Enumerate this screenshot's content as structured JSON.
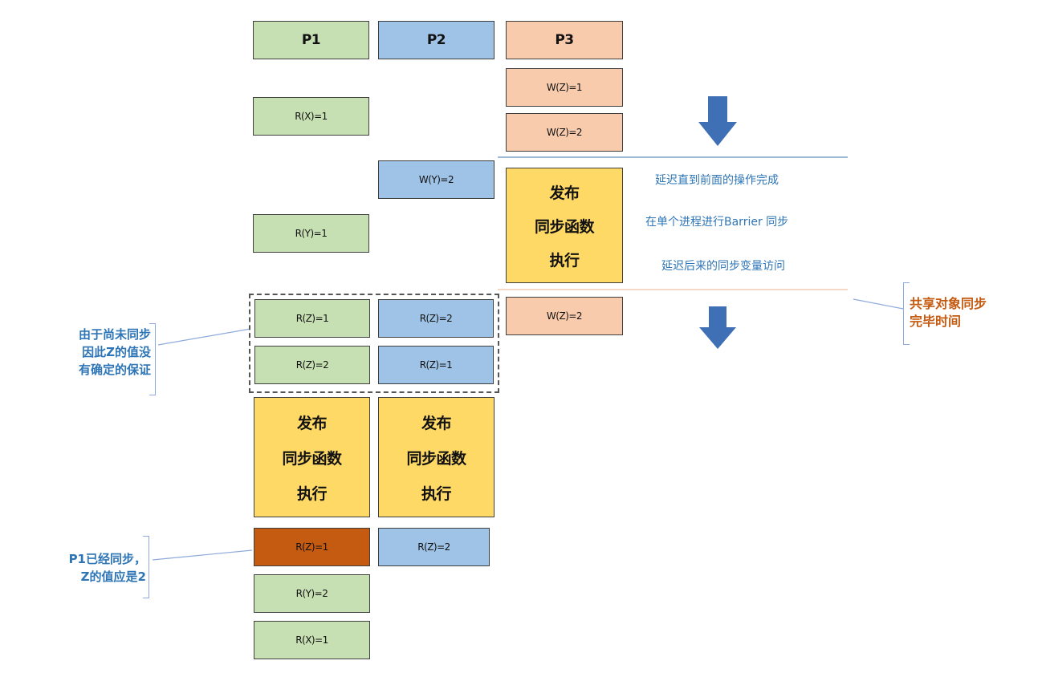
{
  "headers": {
    "p1": "P1",
    "p2": "P2",
    "p3": "P3"
  },
  "ops": {
    "p3_w_z1": "W(Z)=1",
    "p1_r_x1": "R(X)=1",
    "p3_w_z2": "W(Z)=2",
    "p2_w_y2": "W(Y)=2",
    "p1_r_y1": "R(Y)=1",
    "p1_r_z1": "R(Z)=1",
    "p2_r_z2": "R(Z)=2",
    "p3_w_z2b": "W(Z)=2",
    "p1_r_z2": "R(Z)=2",
    "p2_r_z1": "R(Z)=1",
    "p1_r_z1_sync": "R(Z)=1",
    "p2_r_z2_b": "R(Z)=2",
    "p1_r_y2": "R(Y)=2",
    "p1_r_x1_b": "R(X)=1"
  },
  "sync_block": {
    "line1": "发布",
    "line2": "同步函数",
    "line3": "执行"
  },
  "notes": {
    "delay_until": "延迟直到前面的操作完成",
    "barrier": "在单个进程进行Barrier 同步",
    "delay_later": "延迟后来的同步变量访问",
    "shared_done_1": "共享对象同步",
    "shared_done_2": "完毕时间",
    "unsync_1": "由于尚未同步",
    "unsync_2": "因此Z的值没",
    "unsync_3": "有确定的保证",
    "synced_1": "P1已经同步，",
    "synced_2": "Z的值应是2"
  },
  "colors": {
    "green": "#c6dfb3",
    "blue": "#9ec3e6",
    "peach": "#f8cbad",
    "rust": "#c55a11",
    "yellow": "#ffd966",
    "arrow": "#3f6fb5"
  }
}
